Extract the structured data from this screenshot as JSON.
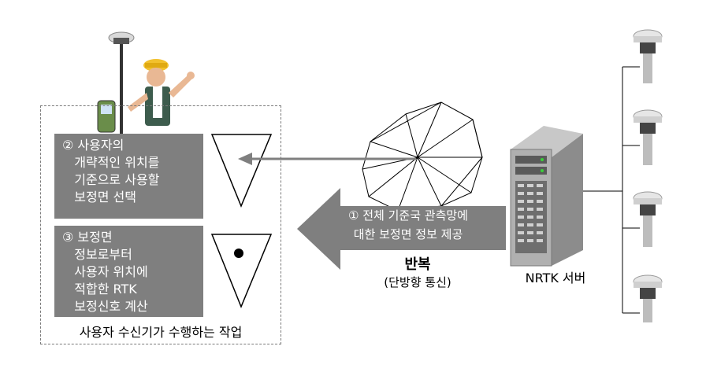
{
  "box_step2": "② 사용자의\n   개략적인 위치를\n   기준으로 사용할\n   보정면 선택",
  "box_step3": "③ 보정면\n   정보로부터\n   사용자 위치에\n   적합한 RTK\n   보정신호 계산",
  "receiver_caption": "사용자 수신기가 수행하는 작업",
  "arrow_text": "① 전체 기준국 관측망에\n대한 보정면 정보 제공",
  "repeat_label": "반복",
  "repeat_sub": "(단방향 통신)",
  "server_label": "NRTK 서버",
  "colors": {
    "box_gray": "#7f7f7f",
    "arrow_gray": "#7f7f7f",
    "helmet": "#f2c12e",
    "vest": "#3d5c4d"
  },
  "icons": [
    "surveyor-icon",
    "gnss-antenna-icon",
    "server-icon",
    "reference-station-icon"
  ]
}
